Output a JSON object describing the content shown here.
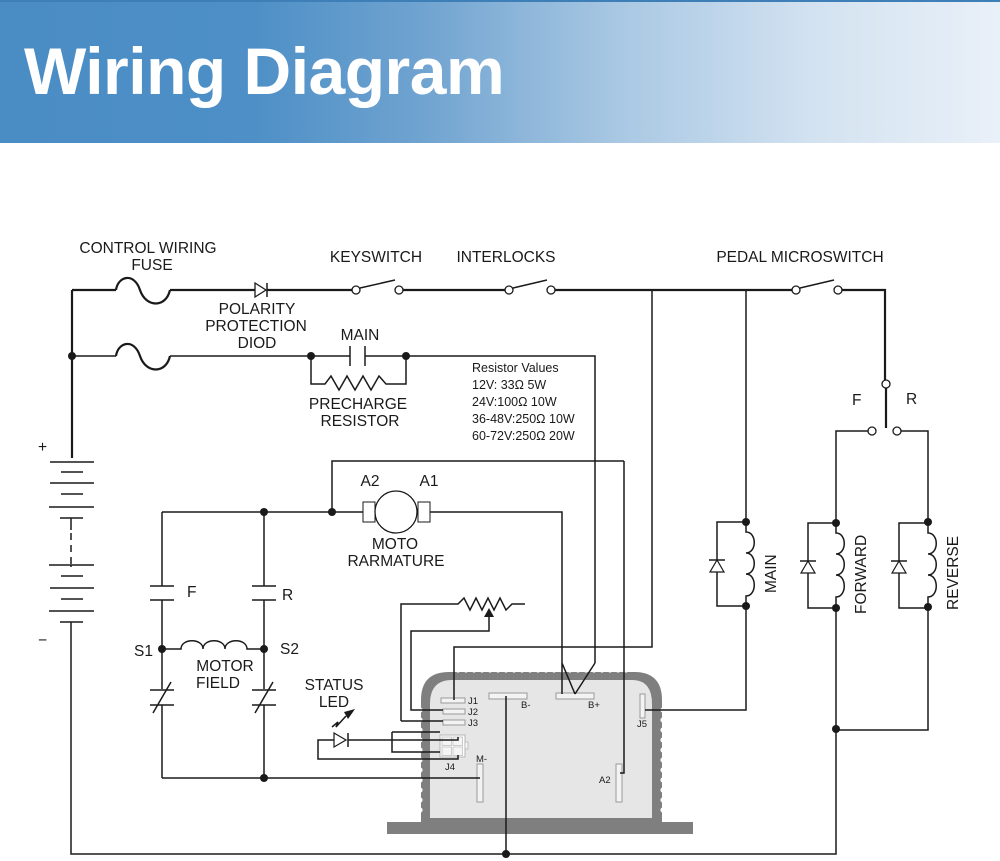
{
  "header": {
    "title": "Wiring Diagram",
    "gradient_start": "#4a8cc4",
    "gradient_end": "#e9f0f8"
  },
  "labels": {
    "control_fuse_line1": "CONTROL WIRING",
    "control_fuse_line2": "FUSE",
    "keyswitch": "KEYSWITCH",
    "interlocks": "INTERLOCKS",
    "pedal_microswitch": "PEDAL MICROSWITCH",
    "polarity_line1": "POLARITY",
    "polarity_line2": "PROTECTION",
    "polarity_line3": "DIOD",
    "main_contactor": "MAIN",
    "precharge_line1": "PRECHARGE",
    "precharge_line2": "RESISTOR",
    "battery_plus": "+",
    "battery_minus": "−",
    "armature_a2": "A2",
    "armature_a1": "A1",
    "armature_line1": "MOTO",
    "armature_line2": "RARMATURE",
    "contact_f": "F",
    "contact_r": "R",
    "s1": "S1",
    "s2": "S2",
    "field_line1": "MOTOR",
    "field_line2": "FIELD",
    "status_led_line1": "STATUS",
    "status_led_line2": "LED",
    "fr_switch_f": "F",
    "fr_switch_r": "R",
    "coil_main": "MAIN",
    "coil_forward": "FORWARD",
    "coil_reverse": "REVERSE"
  },
  "resistor_values": {
    "title": "Resistor Values",
    "rows": [
      "12V: 33Ω 5W",
      "24V:100Ω 10W",
      "36-48V:250Ω 10W",
      "60-72V:250Ω 20W"
    ]
  },
  "controller": {
    "terminals": {
      "j1": "J1",
      "j2": "J2",
      "j3": "J3",
      "j4": "J4",
      "j5": "J5",
      "b_minus": "B-",
      "b_plus": "B+",
      "m_minus": "M-",
      "a2": "A2"
    },
    "body_color": "#e6e6e6",
    "frame_color": "#7f7f80"
  }
}
